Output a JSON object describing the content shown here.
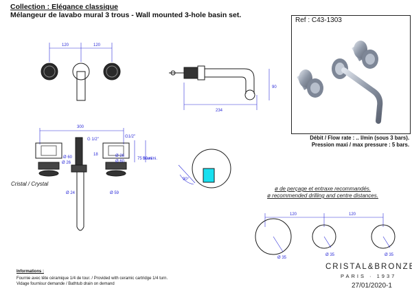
{
  "header": {
    "collection": "Collection : Elégance classique",
    "subtitle": "Mélangeur de lavabo mural 3 trous - Wall mounted 3-hole basin set."
  },
  "reference": "Ref : C43-1303",
  "specs": {
    "flow_rate": "Débit / Flow rate : .. l/min (sous  3 bars).",
    "pressure": "Pression maxi / max pressure : 5 bars."
  },
  "drilling": {
    "line1": "ø de perçage et entraxe recommandés.",
    "line2": "ø recommended drilling and centre distances."
  },
  "dimensions": {
    "top_left": "120",
    "top_right": "120",
    "side_length": "234",
    "side_height": "90",
    "front_width": "300",
    "thread": "G 1/2\"",
    "g_quarter": "G1/2\"",
    "d60_a": "Ø 60",
    "d60_b": "Ø 60",
    "d26_a": "Ø 26",
    "d26_b": "Ø 26",
    "d24": "Ø 24",
    "d59": "Ø 59",
    "max75": "75 maxi.",
    "max50": "50 mini.",
    "h18": "18",
    "angle": "90°",
    "drill_left": "120",
    "drill_right": "120",
    "drill_d35_a": "Ø 35",
    "drill_d35_b": "Ø 35",
    "drill_d35_c": "Ø 35"
  },
  "labels": {
    "cristal": "Cristal / Crystal"
  },
  "info": {
    "title": "Informations :",
    "line1": "Fournie avec tête céramique 1/4 de tour. / Provided with ceramic cartridge 1/4 turn.",
    "line2": "Vidage fournisur demande  / Bathtub drain on demand"
  },
  "brand": {
    "name": "CRISTAL&BRONZE",
    "sub": "PARIS · 1937"
  },
  "date": "27/01/2020-1",
  "colors": {
    "line": "#1a1a1a",
    "dimension": "#2b2bd8",
    "water": "#18e0f0",
    "chrome": "#9aa3b2"
  }
}
